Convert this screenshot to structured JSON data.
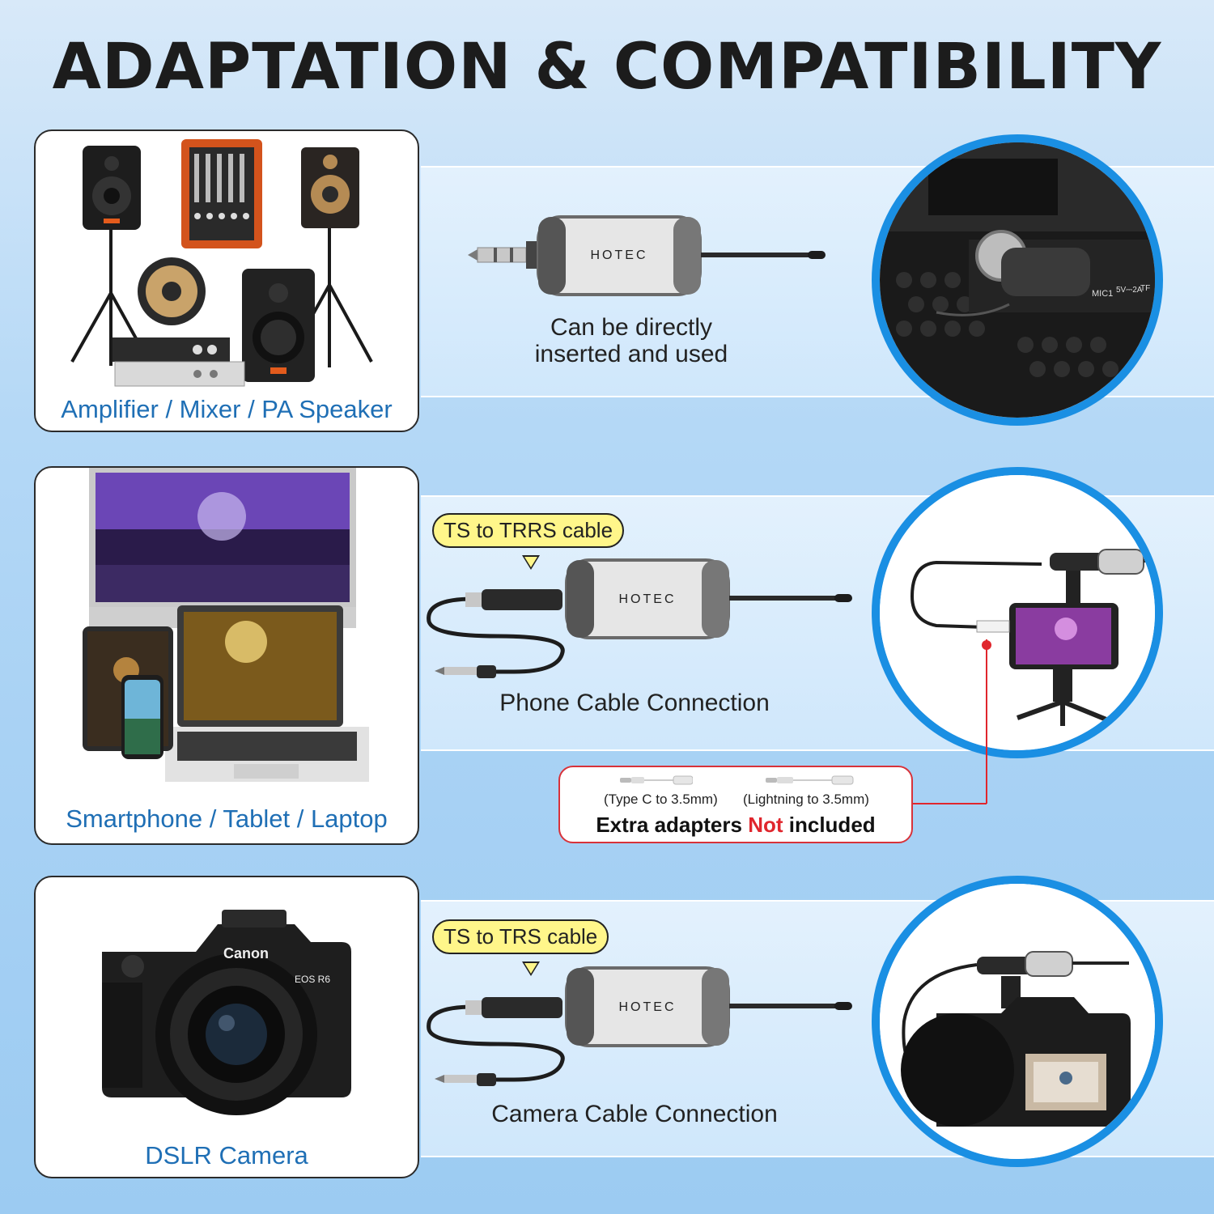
{
  "title": "ADAPTATION & COMPATIBILITY",
  "brand": "HOTEC",
  "sections": [
    {
      "device_caption": "Amplifier / Mixer / PA Speaker",
      "description_line1": "Can be directly",
      "description_line2": "inserted and used"
    },
    {
      "device_caption": "Smartphone / Tablet / Laptop",
      "cable_tag": "TS to TRRS cable",
      "description": "Phone Cable Connection"
    },
    {
      "device_caption": "DSLR Camera",
      "cable_tag": "TS to TRS cable",
      "description": "Camera Cable Connection"
    }
  ],
  "adapter_note": {
    "type_c": "(Type C to 3.5mm)",
    "lightning": "(Lightning to 3.5mm)",
    "text_before": "Extra adapters",
    "text_not": "Not",
    "text_after": "included"
  },
  "speaker_labels": {
    "mic": "MIC1",
    "power": "5V⎓2A",
    "tf": "TF"
  },
  "camera_labels": {
    "brand": "Canon",
    "model": "EOS R6"
  },
  "colors": {
    "accent_blue": "#1a8fe3",
    "caption_blue": "#1f6fb5",
    "tag_yellow": "#fff68a",
    "warning_red": "#e0262d"
  }
}
